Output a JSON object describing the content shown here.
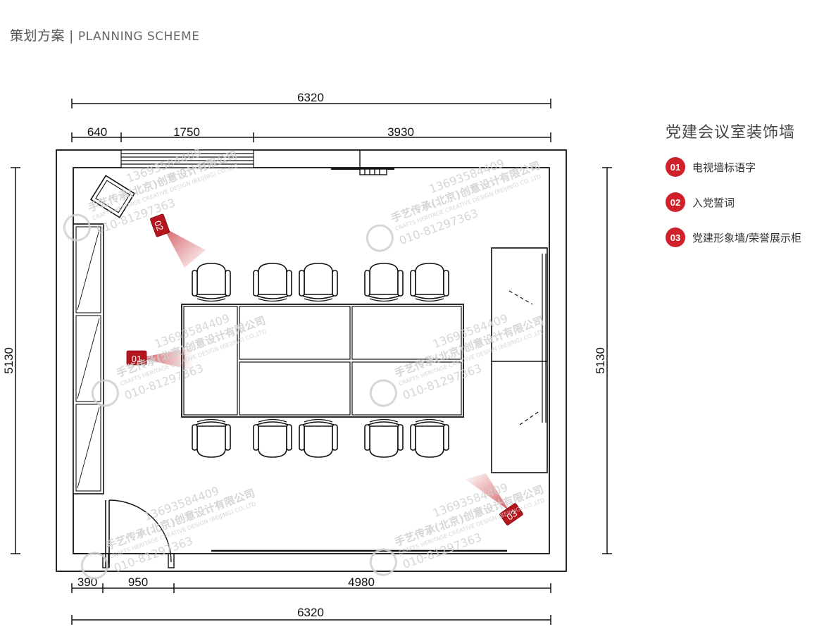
{
  "header": {
    "title_cn": "策划方案",
    "separator": "|",
    "title_en": "PLANNING SCHEME"
  },
  "dimensions": {
    "top_total": "6320",
    "top_seg1": "640",
    "top_seg2": "1750",
    "top_seg3": "3930",
    "bottom_seg1": "390",
    "bottom_seg2": "950",
    "bottom_seg3": "4980",
    "bottom_total": "6320",
    "left_height": "5130",
    "right_height": "5130"
  },
  "markers": {
    "m01": "01",
    "m02": "02",
    "m03": "03"
  },
  "legend": {
    "title": "党建会议室装饰墙",
    "items": [
      {
        "num": "01",
        "label": "电视墙标语字"
      },
      {
        "num": "02",
        "label": "入党誓词"
      },
      {
        "num": "03",
        "label": "党建形象墙/荣誉展示柜"
      }
    ]
  },
  "watermark": {
    "company_cn": "手艺传承(北京)创意设计有限公司",
    "company_en": "CRAFTS HERITAGE CREATIVE DESIGN (BEIJING) CO.,LTD",
    "phone1": "13693584409",
    "phone2": "010-81297363"
  },
  "colors": {
    "accent_red": "#d0202a",
    "marker_red": "#b5161e",
    "line": "#111111"
  }
}
